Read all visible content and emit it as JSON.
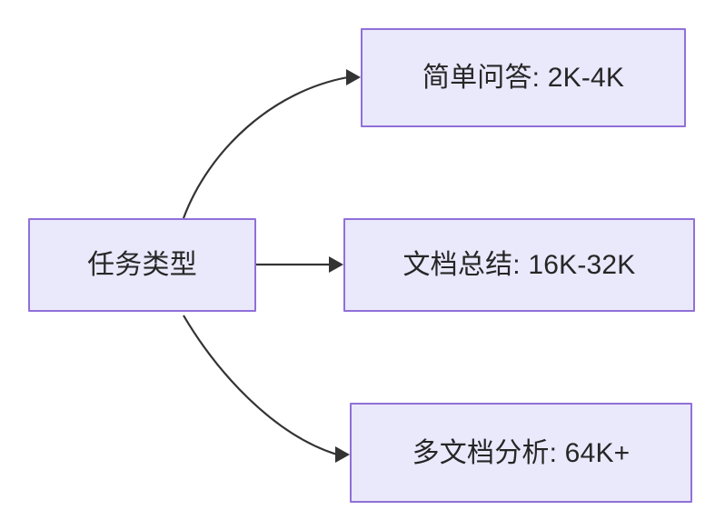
{
  "diagram": {
    "type": "flowchart",
    "direction": "left-to-right",
    "background_color": "#ffffff",
    "node_fill_color": "#eae8fb",
    "node_border_color": "#9070d8",
    "node_text_color": "#262626",
    "edge_color": "#333333",
    "title": "",
    "nodes": [
      {
        "id": "root",
        "label": "任务类型",
        "role": "source"
      },
      {
        "id": "simple",
        "label": "简单问答: 2K-4K",
        "role": "target"
      },
      {
        "id": "doc",
        "label": "文档总结: 16K-32K",
        "role": "target"
      },
      {
        "id": "multi",
        "label": "多文档分析: 64K+",
        "role": "target"
      }
    ],
    "edges": [
      {
        "id": "edge-root-simple",
        "from": "root",
        "to": "simple",
        "label": "",
        "shape": "curved",
        "arrowhead": "triangle"
      },
      {
        "id": "edge-root-doc",
        "from": "root",
        "to": "doc",
        "label": "",
        "shape": "straight",
        "arrowhead": "triangle"
      },
      {
        "id": "edge-root-multi",
        "from": "root",
        "to": "multi",
        "label": "",
        "shape": "curved",
        "arrowhead": "triangle"
      }
    ]
  }
}
